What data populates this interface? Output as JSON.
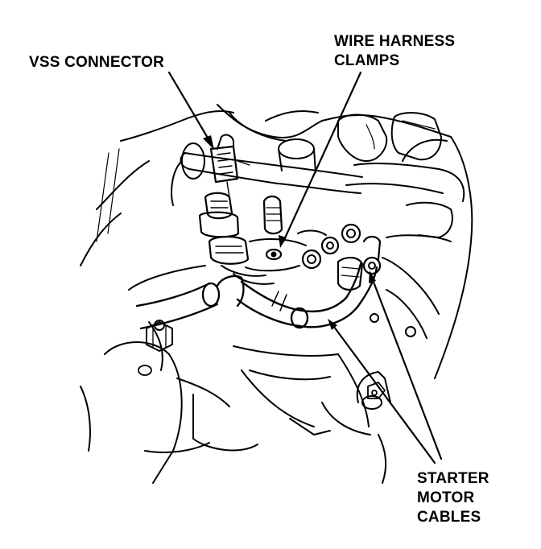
{
  "labels": {
    "vss_connector": "VSS CONNECTOR",
    "wire_harness_clamps": [
      "WIRE HARNESS",
      "CLAMPS"
    ],
    "starter_motor_cables": [
      "STARTER",
      "MOTOR",
      "CABLES"
    ]
  },
  "colors": {
    "ink": "#000000",
    "paper": "#ffffff"
  }
}
